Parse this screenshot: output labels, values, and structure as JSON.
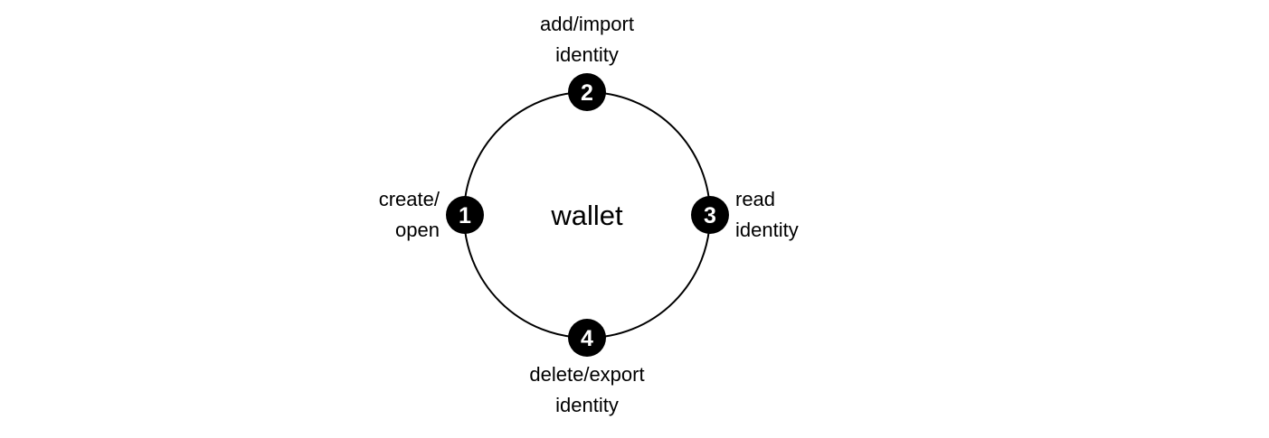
{
  "diagram": {
    "center_label": "wallet",
    "steps": [
      {
        "number": "1",
        "label_lines": [
          "create/",
          "open"
        ]
      },
      {
        "number": "2",
        "label_lines": [
          "add/import",
          "identity"
        ]
      },
      {
        "number": "3",
        "label_lines": [
          "read",
          "identity"
        ]
      },
      {
        "number": "4",
        "label_lines": [
          "delete/export",
          "identity"
        ]
      }
    ]
  },
  "colors": {
    "background": "#ffffff",
    "line": "#000000",
    "badge_fill": "#000000",
    "badge_text": "#ffffff",
    "text": "#000000"
  }
}
